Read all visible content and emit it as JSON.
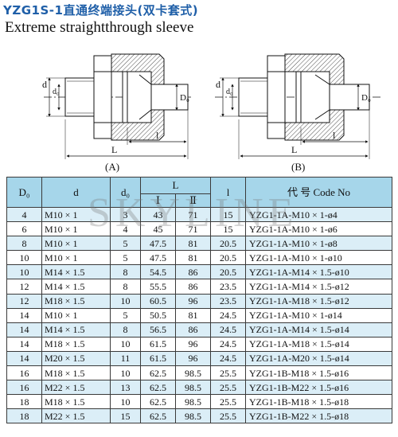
{
  "title_cn": "YZG1S-1直通终端接头(双卡套式)",
  "title_en": "Extreme straightthrough sleeve",
  "drawings": {
    "a": {
      "label": "(A)",
      "dim_d": "d",
      "dim_d0": "d₀",
      "dim_D0": "D₀",
      "dim_l": "l",
      "dim_L": "L"
    },
    "b": {
      "label": "(B)",
      "dim_d": "d",
      "dim_d0": "d₀",
      "dim_D0": "D₀",
      "dim_l": "l",
      "dim_L": "L"
    }
  },
  "watermark": "SKYLINE",
  "table": {
    "headers": {
      "D0": "D₀",
      "d": "d",
      "d0": "d₀",
      "L": "L",
      "L_I": "Ⅰ",
      "L_II": "Ⅱ",
      "l": "l",
      "code": "代  号 Code No"
    },
    "rows": [
      {
        "D0": "4",
        "d": "M10 × 1",
        "d0": "3",
        "L1": "43",
        "L2": "71",
        "l": "15",
        "code": "YZG1-1A-M10 × 1-ø4"
      },
      {
        "D0": "6",
        "d": "M10 × 1",
        "d0": "4",
        "L1": "45",
        "L2": "71",
        "l": "15",
        "code": "YZG1-1A-M10 × 1-ø6"
      },
      {
        "D0": "8",
        "d": "M10 × 1",
        "d0": "5",
        "L1": "47.5",
        "L2": "81",
        "l": "20.5",
        "code": "YZG1-1A-M10 × 1-ø8"
      },
      {
        "D0": "10",
        "d": "M10 × 1",
        "d0": "5",
        "L1": "47.5",
        "L2": "81",
        "l": "20.5",
        "code": "YZG1-1A-M10 × 1-ø10"
      },
      {
        "D0": "10",
        "d": "M14 × 1.5",
        "d0": "8",
        "L1": "54.5",
        "L2": "86",
        "l": "20.5",
        "code": "YZG1-1A-M14 × 1.5-ø10"
      },
      {
        "D0": "12",
        "d": "M14 × 1.5",
        "d0": "8",
        "L1": "55.5",
        "L2": "86",
        "l": "23.5",
        "code": "YZG1-1A-M14 × 1.5-ø12"
      },
      {
        "D0": "12",
        "d": "M18 × 1.5",
        "d0": "10",
        "L1": "60.5",
        "L2": "96",
        "l": "23.5",
        "code": "YZG1-1A-M18 × 1.5-ø12"
      },
      {
        "D0": "14",
        "d": "M10 × 1",
        "d0": "5",
        "L1": "50.5",
        "L2": "81",
        "l": "24.5",
        "code": "YZG1-1A-M10 × 1-ø14"
      },
      {
        "D0": "14",
        "d": "M14 × 1.5",
        "d0": "8",
        "L1": "56.5",
        "L2": "86",
        "l": "24.5",
        "code": "YZG1-1A-M14 × 1.5-ø14"
      },
      {
        "D0": "14",
        "d": "M18 × 1.5",
        "d0": "10",
        "L1": "61.5",
        "L2": "96",
        "l": "24.5",
        "code": "YZG1-1A-M18 × 1.5-ø14"
      },
      {
        "D0": "14",
        "d": "M20 × 1.5",
        "d0": "11",
        "L1": "61.5",
        "L2": "96",
        "l": "24.5",
        "code": "YZG1-1A-M20 × 1.5-ø14"
      },
      {
        "D0": "16",
        "d": "M18 × 1.5",
        "d0": "10",
        "L1": "62.5",
        "L2": "98.5",
        "l": "25.5",
        "code": "YZG1-1B-M18 × 1.5-ø16"
      },
      {
        "D0": "16",
        "d": "M22 × 1.5",
        "d0": "13",
        "L1": "62.5",
        "L2": "98.5",
        "l": "25.5",
        "code": "YZG1-1B-M22 × 1.5-ø16"
      },
      {
        "D0": "18",
        "d": "M18 × 1.5",
        "d0": "10",
        "L1": "62.5",
        "L2": "98.5",
        "l": "25.5",
        "code": "YZG1-1B-M18 × 1.5-ø18"
      },
      {
        "D0": "18",
        "d": "M22 × 1.5",
        "d0": "15",
        "L1": "62.5",
        "L2": "98.5",
        "l": "25.5",
        "code": "YZG1-1B-M22 × 1.5-ø18"
      }
    ]
  }
}
